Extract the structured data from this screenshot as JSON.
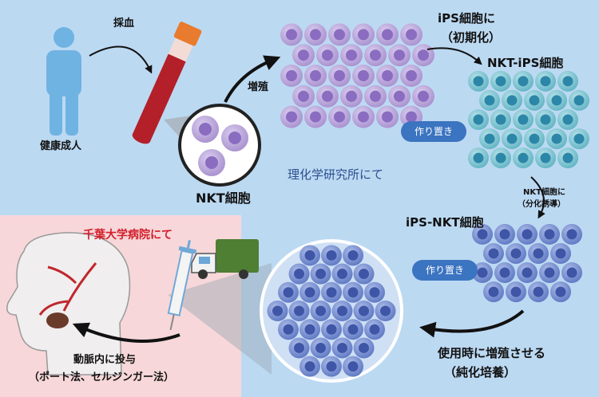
{
  "labels": {
    "blood_draw": "採血",
    "healthy_adult": "健康成人",
    "proliferation": "増殖",
    "nkt_cell": "NKT細胞",
    "riken": "理化学研究所にて",
    "to_ips_line1": "iPS細胞に",
    "to_ips_line2": "（初期化）",
    "nkt_ips": "NKT-iPS細胞",
    "stock_1": "作り置き",
    "to_nkt_line1": "NKT細胞に",
    "to_nkt_line2": "（分化誘導）",
    "ips_nkt": "iPS-NKT細胞",
    "stock_2": "作り置き",
    "chiba": "千葉大学病院にて",
    "expand_line1": "使用時に増殖させる",
    "expand_line2": "（純化培養）",
    "admin_line1": "動脈内に投与",
    "admin_line2": "（ポート法、セルジンガー法）"
  },
  "colors": {
    "background": "#bcd9f2",
    "hospital_panel": "#f7d7d9",
    "accent_red": "#d21f2b",
    "badge_blue": "#3b74c0",
    "purple_cell": "#b8a3d6",
    "teal_cell": "#79c2cf",
    "blue_cell": "#6c86cc"
  }
}
